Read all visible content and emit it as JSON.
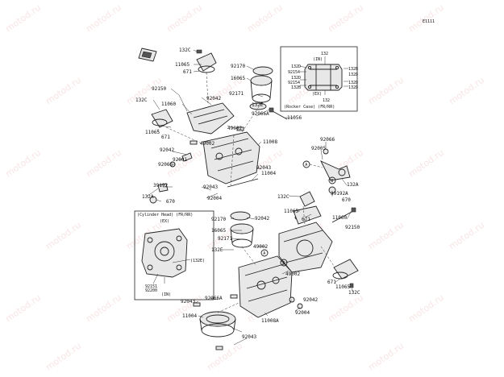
{
  "watermark": "motod.ru",
  "diagram_code": "E1111",
  "boxes": {
    "rocker_case": "(Rocker Case) (FR/RR)",
    "in_top": "(IN)",
    "ex_bottom": "(EX)",
    "cylinder_head": "(Cylinder Head) (FR/RR)",
    "cyl_ex": "(EX)",
    "cyl_in": "(IN)",
    "cyl_132e": "(132E)"
  },
  "callouts": {
    "a": "A",
    "b": "B"
  },
  "labels": [
    {
      "id": "l1",
      "text": "132C"
    },
    {
      "id": "l2",
      "text": "11065"
    },
    {
      "id": "l3",
      "text": "671"
    },
    {
      "id": "l4",
      "text": "92170"
    },
    {
      "id": "l5",
      "text": "16065"
    },
    {
      "id": "l6",
      "text": "92150"
    },
    {
      "id": "l7",
      "text": "92171"
    },
    {
      "id": "l8",
      "text": "11060"
    },
    {
      "id": "l9",
      "text": "132E"
    },
    {
      "id": "l10",
      "text": "92042"
    },
    {
      "id": "l11",
      "text": "132C"
    },
    {
      "id": "l12",
      "text": "92066A"
    },
    {
      "id": "l13",
      "text": "11056"
    },
    {
      "id": "l14",
      "text": "11065"
    },
    {
      "id": "l15",
      "text": "671"
    },
    {
      "id": "l16",
      "text": "49002"
    },
    {
      "id": "l17",
      "text": "49002"
    },
    {
      "id": "l18",
      "text": "11008"
    },
    {
      "id": "l19",
      "text": "92042"
    },
    {
      "id": "l20",
      "text": "92001"
    },
    {
      "id": "l21",
      "text": "92066"
    },
    {
      "id": "l22",
      "text": "92043"
    },
    {
      "id": "l23",
      "text": "11004"
    },
    {
      "id": "l24",
      "text": "39192"
    },
    {
      "id": "l25",
      "text": "92043"
    },
    {
      "id": "l26",
      "text": "132A"
    },
    {
      "id": "l27",
      "text": "92004"
    },
    {
      "id": "l28",
      "text": "670"
    },
    {
      "id": "l29",
      "text": "92066"
    },
    {
      "id": "l30",
      "text": "92005"
    },
    {
      "id": "l31",
      "text": "132A"
    },
    {
      "id": "l32",
      "text": "39192A"
    },
    {
      "id": "l33",
      "text": "670"
    },
    {
      "id": "l34",
      "text": "132C"
    },
    {
      "id": "l35",
      "text": "11065"
    },
    {
      "id": "l36",
      "text": "671"
    },
    {
      "id": "l37",
      "text": "11060"
    },
    {
      "id": "l38",
      "text": "92170"
    },
    {
      "id": "l39",
      "text": "92042"
    },
    {
      "id": "l40",
      "text": "16065"
    },
    {
      "id": "l41",
      "text": "92150"
    },
    {
      "id": "l42",
      "text": "92171"
    },
    {
      "id": "l43",
      "text": "49002"
    },
    {
      "id": "l44",
      "text": "132E"
    },
    {
      "id": "l45",
      "text": "49002"
    },
    {
      "id": "l46",
      "text": "92043"
    },
    {
      "id": "l47",
      "text": "92066A"
    },
    {
      "id": "l48",
      "text": "11004"
    },
    {
      "id": "l49",
      "text": "92043"
    },
    {
      "id": "l50",
      "text": "11008A"
    },
    {
      "id": "l51",
      "text": "92004"
    },
    {
      "id": "l52",
      "text": "92042"
    },
    {
      "id": "l53",
      "text": "671"
    },
    {
      "id": "l54",
      "text": "11065"
    },
    {
      "id": "l55",
      "text": "132C"
    },
    {
      "id": "l56",
      "text": "92151"
    },
    {
      "id": "l57",
      "text": "92200"
    },
    {
      "id": "r1",
      "text": "132"
    },
    {
      "id": "r2",
      "text": "132D"
    },
    {
      "id": "r3",
      "text": "132B"
    },
    {
      "id": "r4",
      "text": "92154"
    },
    {
      "id": "r5",
      "text": "132D"
    },
    {
      "id": "r6",
      "text": "132D"
    },
    {
      "id": "r7",
      "text": "92154"
    },
    {
      "id": "r8",
      "text": "132D"
    },
    {
      "id": "r9",
      "text": "132B"
    },
    {
      "id": "r10",
      "text": "132D"
    },
    {
      "id": "r11",
      "text": "132"
    }
  ]
}
